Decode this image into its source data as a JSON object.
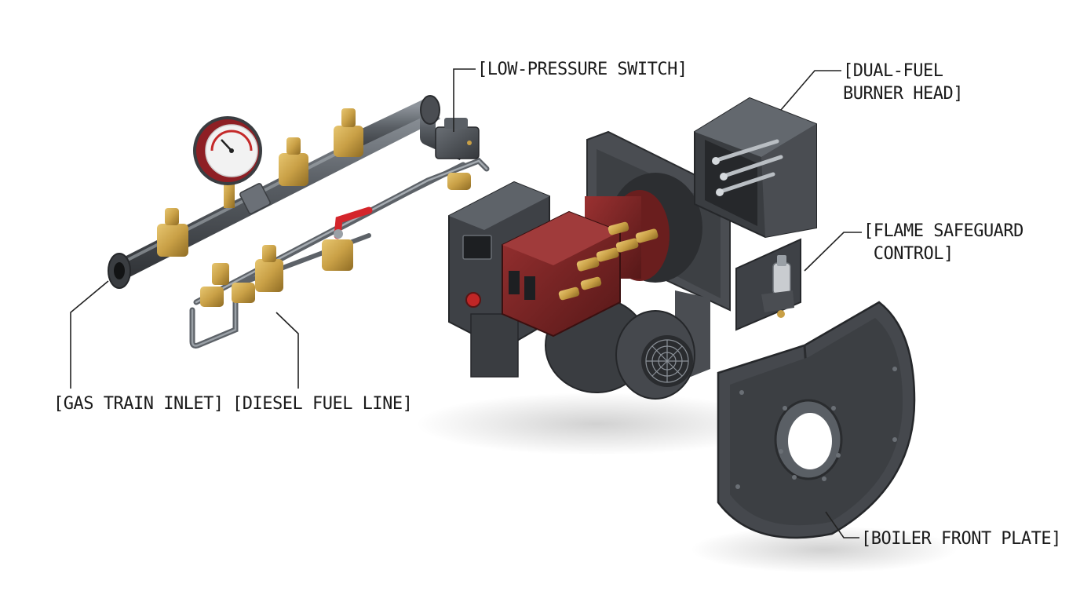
{
  "labels": {
    "low_pressure_switch": "[LOW-PRESSURE SWITCH]",
    "dual_fuel_burner_head": "[DUAL-FUEL\nBURNER HEAD]",
    "flame_safeguard_control": "[FLAME SAFEGUARD\n CONTROL]",
    "gas_train_inlet": "[GAS TRAIN INLET]",
    "diesel_fuel_line": "[DIESEL FUEL LINE]",
    "boiler_front_plate": "[BOILER FRONT PLATE]"
  },
  "colors": {
    "steel": "#4a4d52",
    "steel_dark": "#2f3236",
    "steel_light": "#7d8288",
    "brass": "#c9a046",
    "brass_dark": "#8f6c24",
    "burner_red": "#7a2424",
    "gauge_red": "#8e1f24",
    "handle_red": "#d4252b",
    "leader": "#222222"
  }
}
